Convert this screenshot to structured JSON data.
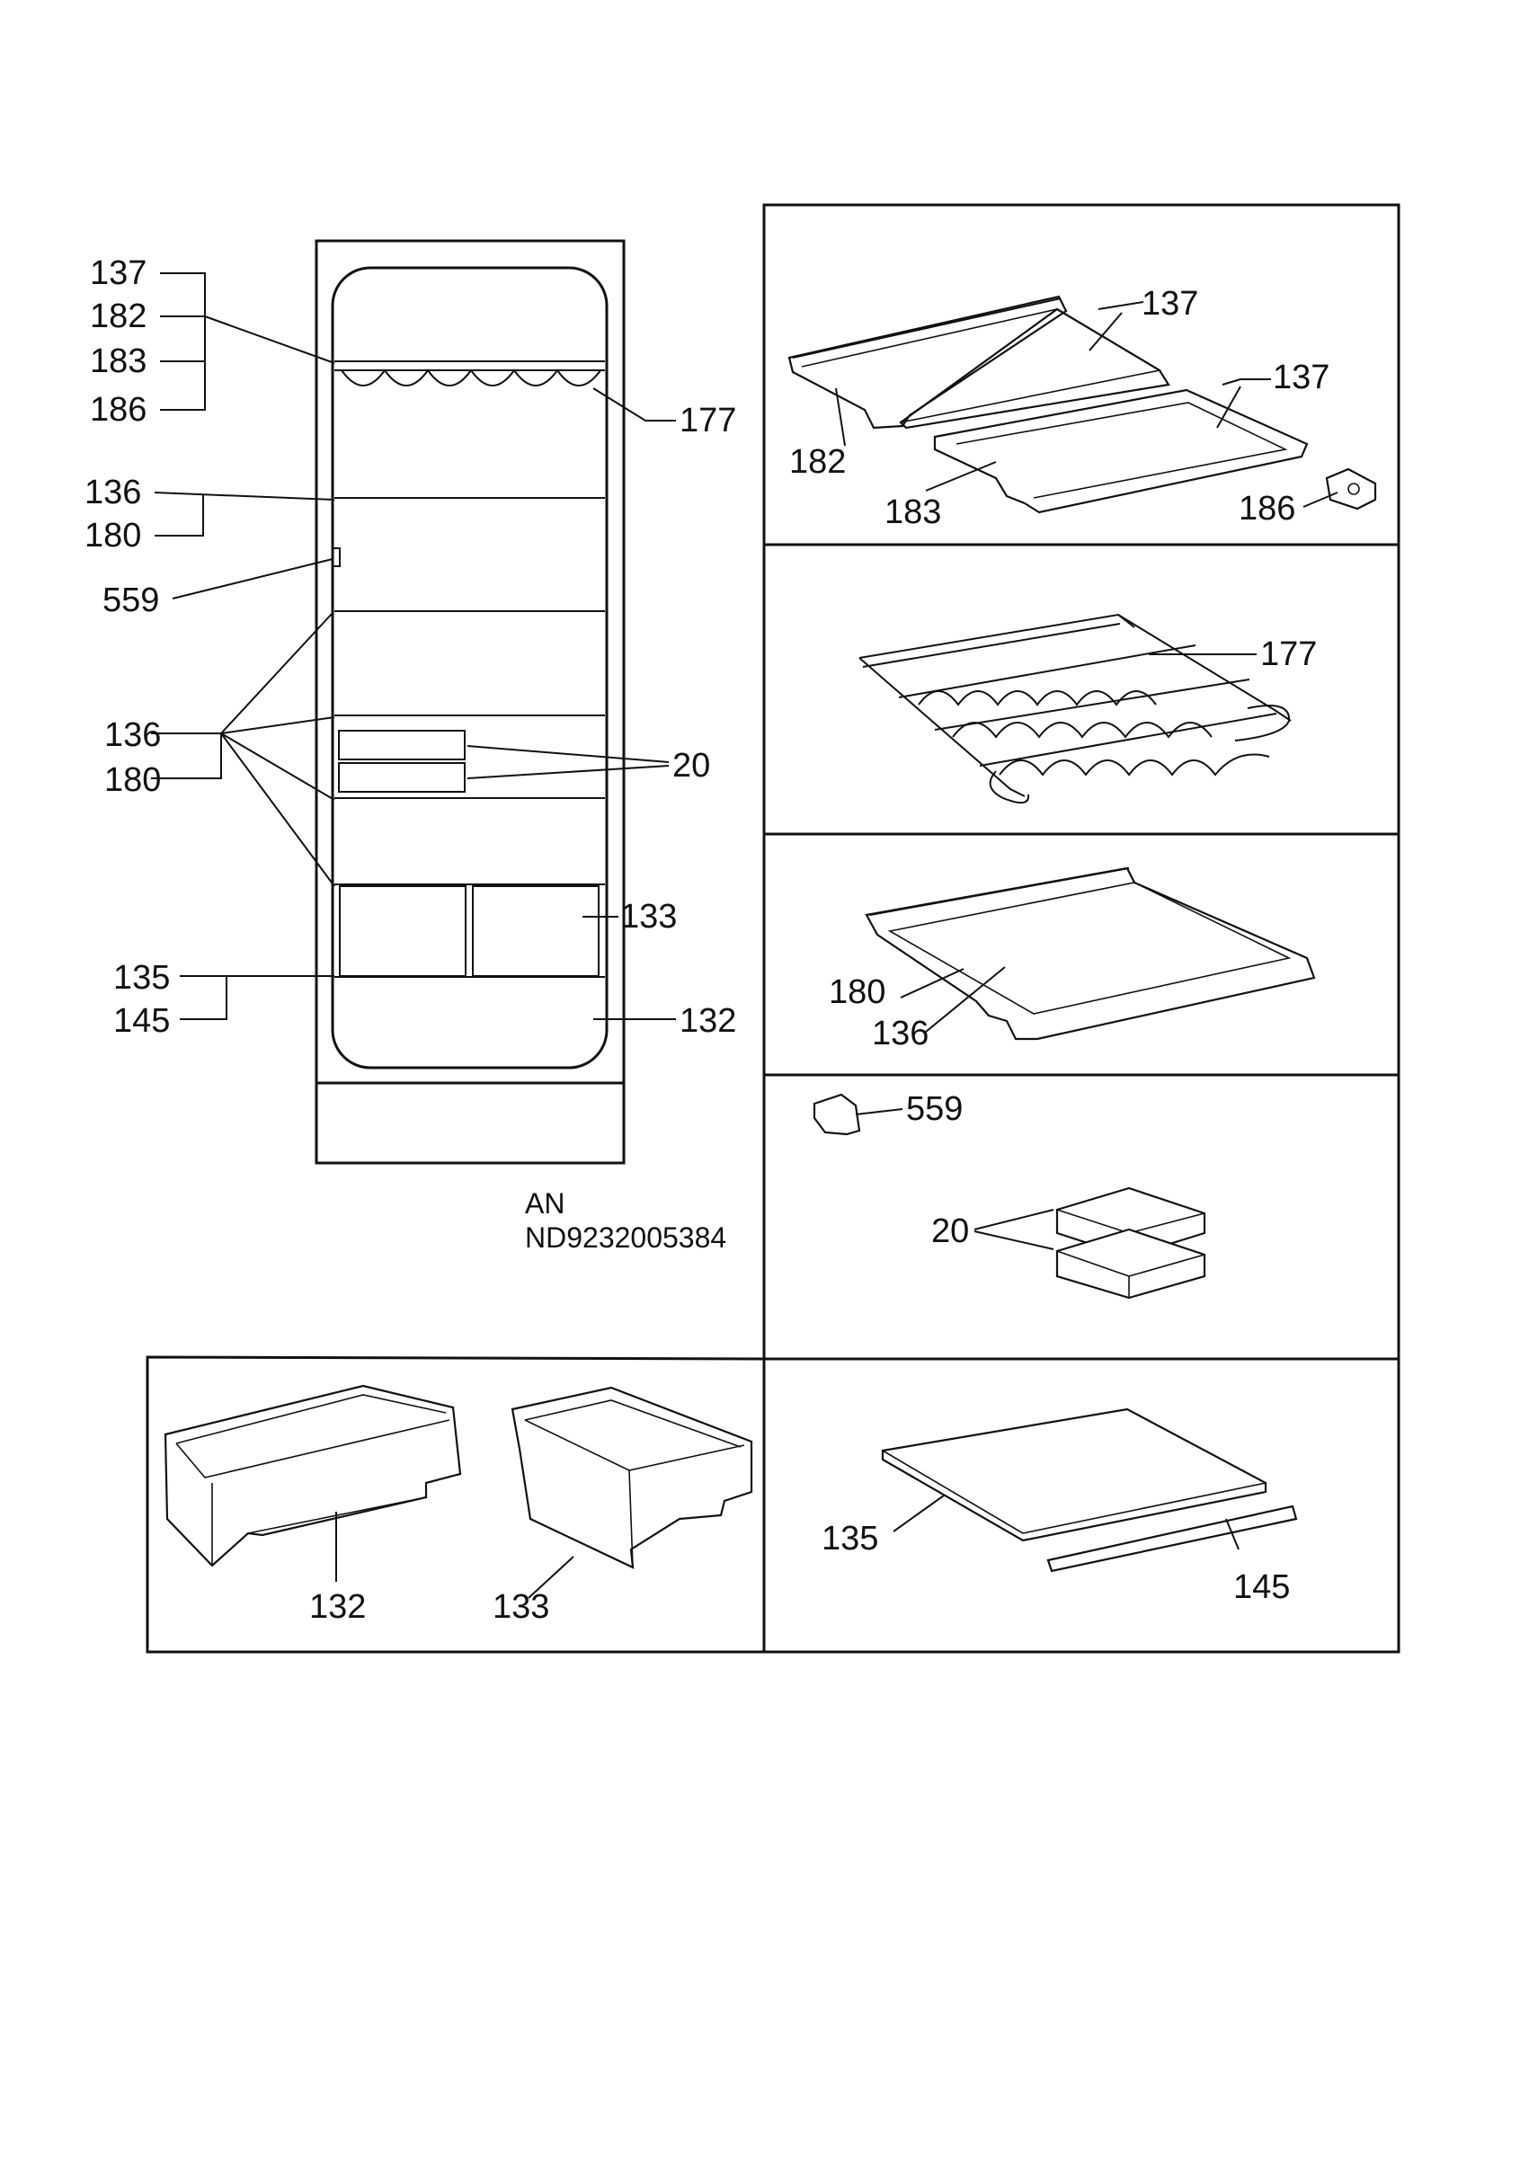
{
  "overview": {
    "labels_left": [
      "137",
      "182",
      "183",
      "186",
      "136",
      "180",
      "559",
      "136",
      "180",
      "135",
      "145"
    ],
    "labels_right": [
      "177",
      "20",
      "133",
      "132"
    ]
  },
  "caption": {
    "line1": "AN",
    "line2": "ND9232005384"
  },
  "panel_shelf_top": {
    "labels": [
      "137",
      "137",
      "182",
      "183",
      "186"
    ]
  },
  "panel_wine_rack": {
    "labels": [
      "177"
    ]
  },
  "panel_glass_shelf": {
    "labels": [
      "180",
      "136"
    ]
  },
  "panel_small_parts": {
    "labels": [
      "559",
      "20"
    ]
  },
  "panel_drawers": {
    "labels": [
      "132",
      "133"
    ]
  },
  "panel_bottom_shelf": {
    "labels": [
      "135",
      "145"
    ]
  }
}
